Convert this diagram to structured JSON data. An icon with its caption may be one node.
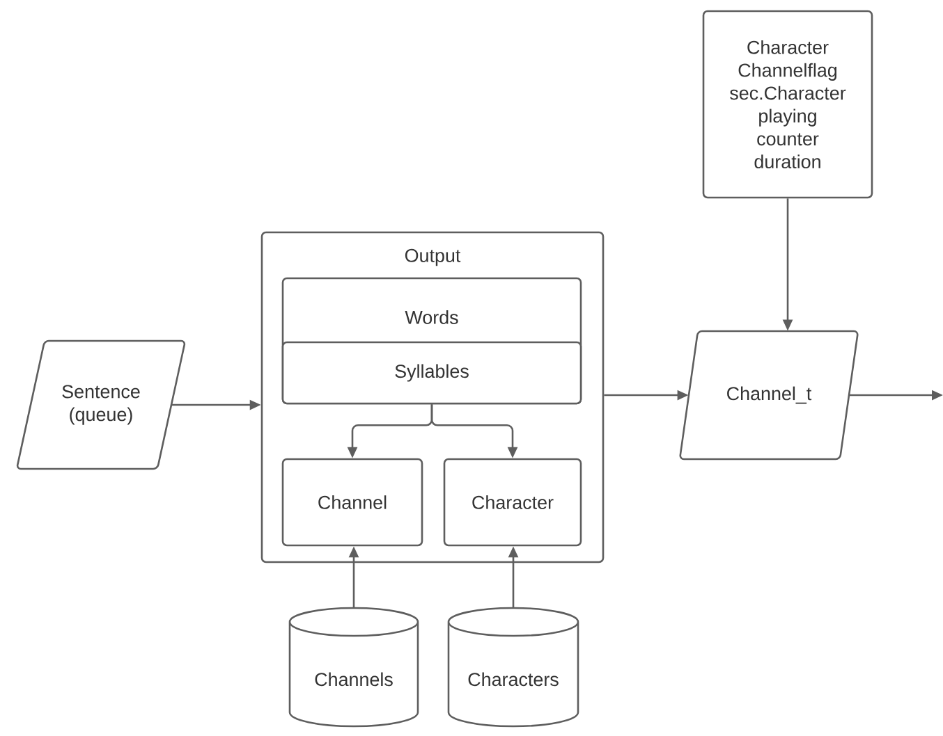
{
  "diagram": {
    "nodes": [
      {
        "text": [
          "Sentence (queue)"
        ]
      },
      {
        "text": [
          "Output"
        ]
      },
      {
        "text": [
          "Words"
        ],
        "in": 1
      },
      {
        "text": [
          "Syllables"
        ],
        "in": 2
      },
      {
        "text": [
          "Channel"
        ],
        "in": 1
      },
      {
        "text": [
          "Character"
        ],
        "in": 1
      },
      {
        "text": [
          "Channels"
        ]
      },
      {
        "text": [
          "Characters"
        ]
      },
      {
        "text": [
          "Character Channelflag sec.Character playing counter duration"
        ]
      },
      {
        "text": [
          "Channel_t"
        ]
      }
    ],
    "edges": [
      {
        "from": 0,
        "to": 1,
        "arrow": "to"
      },
      {
        "from": 3,
        "to": 4,
        "arrow": "to"
      },
      {
        "from": 3,
        "to": 5,
        "arrow": "to"
      },
      {
        "from": 6,
        "to": 4,
        "arrow": "to"
      },
      {
        "from": 7,
        "to": 5,
        "arrow": "to"
      },
      {
        "from": 1,
        "to": 9,
        "arrow": "to"
      },
      {
        "from": 8,
        "to": 9,
        "arrow": "to"
      },
      {
        "from": 9,
        "to": null,
        "arrow": "to"
      }
    ]
  }
}
